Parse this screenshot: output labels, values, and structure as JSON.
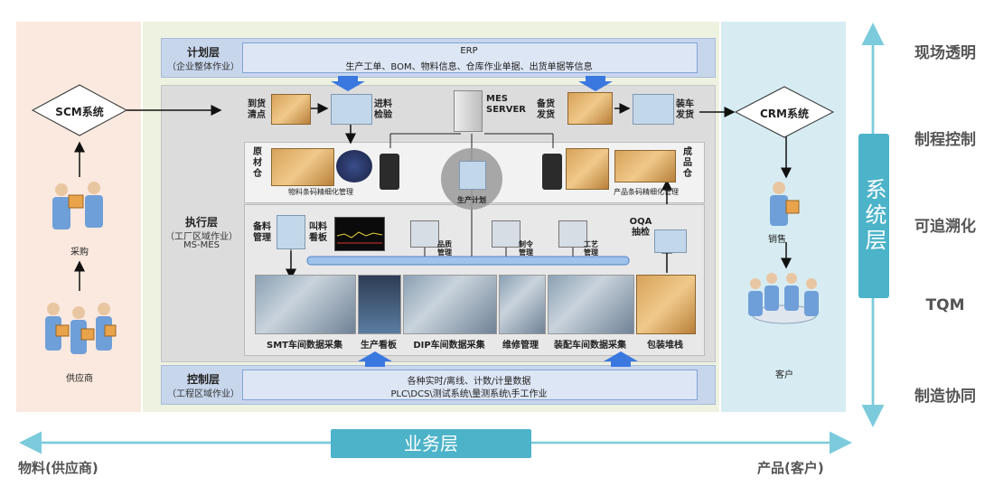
{
  "left_panel": {
    "scm": "SCM系统",
    "purchase": "采购",
    "supplier": "供应商"
  },
  "right_panel": {
    "crm": "CRM系统",
    "sales": "销售",
    "customer": "客户"
  },
  "plan_layer": {
    "title": "计划层",
    "subtitle": "（企业整体作业）",
    "erp": "ERP",
    "erp_detail": "生产工单、BOM、物料信息、仓库作业单据、出货单据等信息"
  },
  "exec_layer": {
    "title": "执行层",
    "subtitle": "（工厂区域作业）",
    "subtitle2": "MS-MES"
  },
  "control_layer": {
    "title": "控制层",
    "subtitle": "（工程区域作业）",
    "line1": "各种实时/离线、计数/计量数据",
    "line2": "PLC\\DCS\\测试系统\\量测系统\\手工作业"
  },
  "top_row": {
    "receiving": "到货\n清点",
    "incoming_check": "进料\n检验",
    "mes_server": "MES\nSERVER",
    "stock_ship": "备货\n发货",
    "load_ship": "装车\n发货"
  },
  "warehouse": {
    "raw": "原\n材\n仓",
    "raw_caption": "物料条码精细化管理",
    "finished": "成\n品\n仓",
    "finished_caption": "产品条码精细化管理",
    "plan": "生产计划"
  },
  "mid_row": {
    "prep": "备料\n管理",
    "call": "叫料\n看板",
    "quality": "品质\n管理",
    "order": "制令\n管理",
    "process": "工艺\n管理",
    "oqa": "OQA\n抽检"
  },
  "bottom_row": {
    "smt": "SMT车间数据采集",
    "board": "生产看板",
    "dip": "DIP车间数据采集",
    "repair": "维修管理",
    "assembly": "装配车间数据采集",
    "pack": "包装堆栈"
  },
  "right_labels": [
    "现场透明",
    "制程控制",
    "可追溯化",
    "TQM",
    "制造协同"
  ],
  "system_layer": "系统层",
  "business_layer": "业务层",
  "bottom_left": "物料(供应商)",
  "bottom_right": "产品(客户)",
  "colors": {
    "accent": "#4cb3c9",
    "arrow_blue": "#2f6fd6"
  }
}
